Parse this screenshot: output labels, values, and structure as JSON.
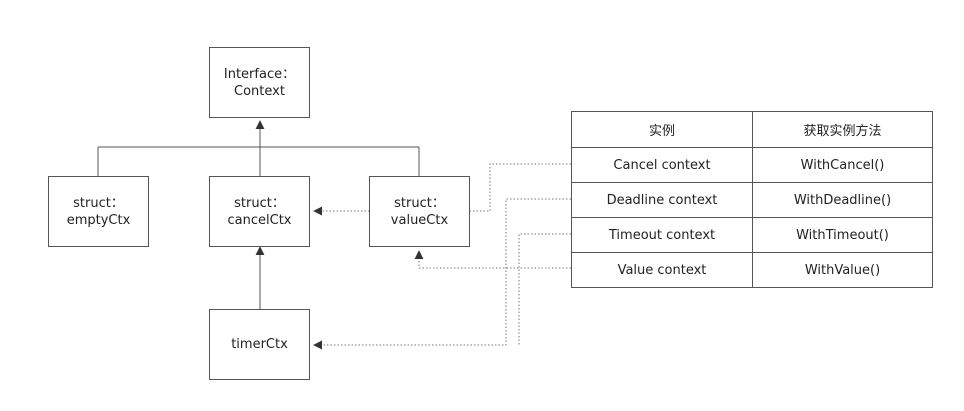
{
  "diagram": {
    "interface": {
      "line1": "Interface：",
      "line2": "Context"
    },
    "empty_ctx": {
      "line1": "struct：",
      "line2": "emptyCtx"
    },
    "cancel_ctx": {
      "line1": "struct：",
      "line2": "cancelCtx"
    },
    "value_ctx": {
      "line1": "struct：",
      "line2": "valueCtx"
    },
    "timer_ctx": {
      "label": "timerCtx"
    }
  },
  "table": {
    "headers": [
      "实例",
      "获取实例方法"
    ],
    "rows": [
      [
        "Cancel context",
        "WithCancel()"
      ],
      [
        "Deadline context",
        "WithDeadline()"
      ],
      [
        "Timeout context",
        "WithTimeout()"
      ],
      [
        "Value context",
        "WithValue()"
      ]
    ]
  },
  "colors": {
    "line": "#555555",
    "dotted": "#777777",
    "text": "#222222"
  }
}
